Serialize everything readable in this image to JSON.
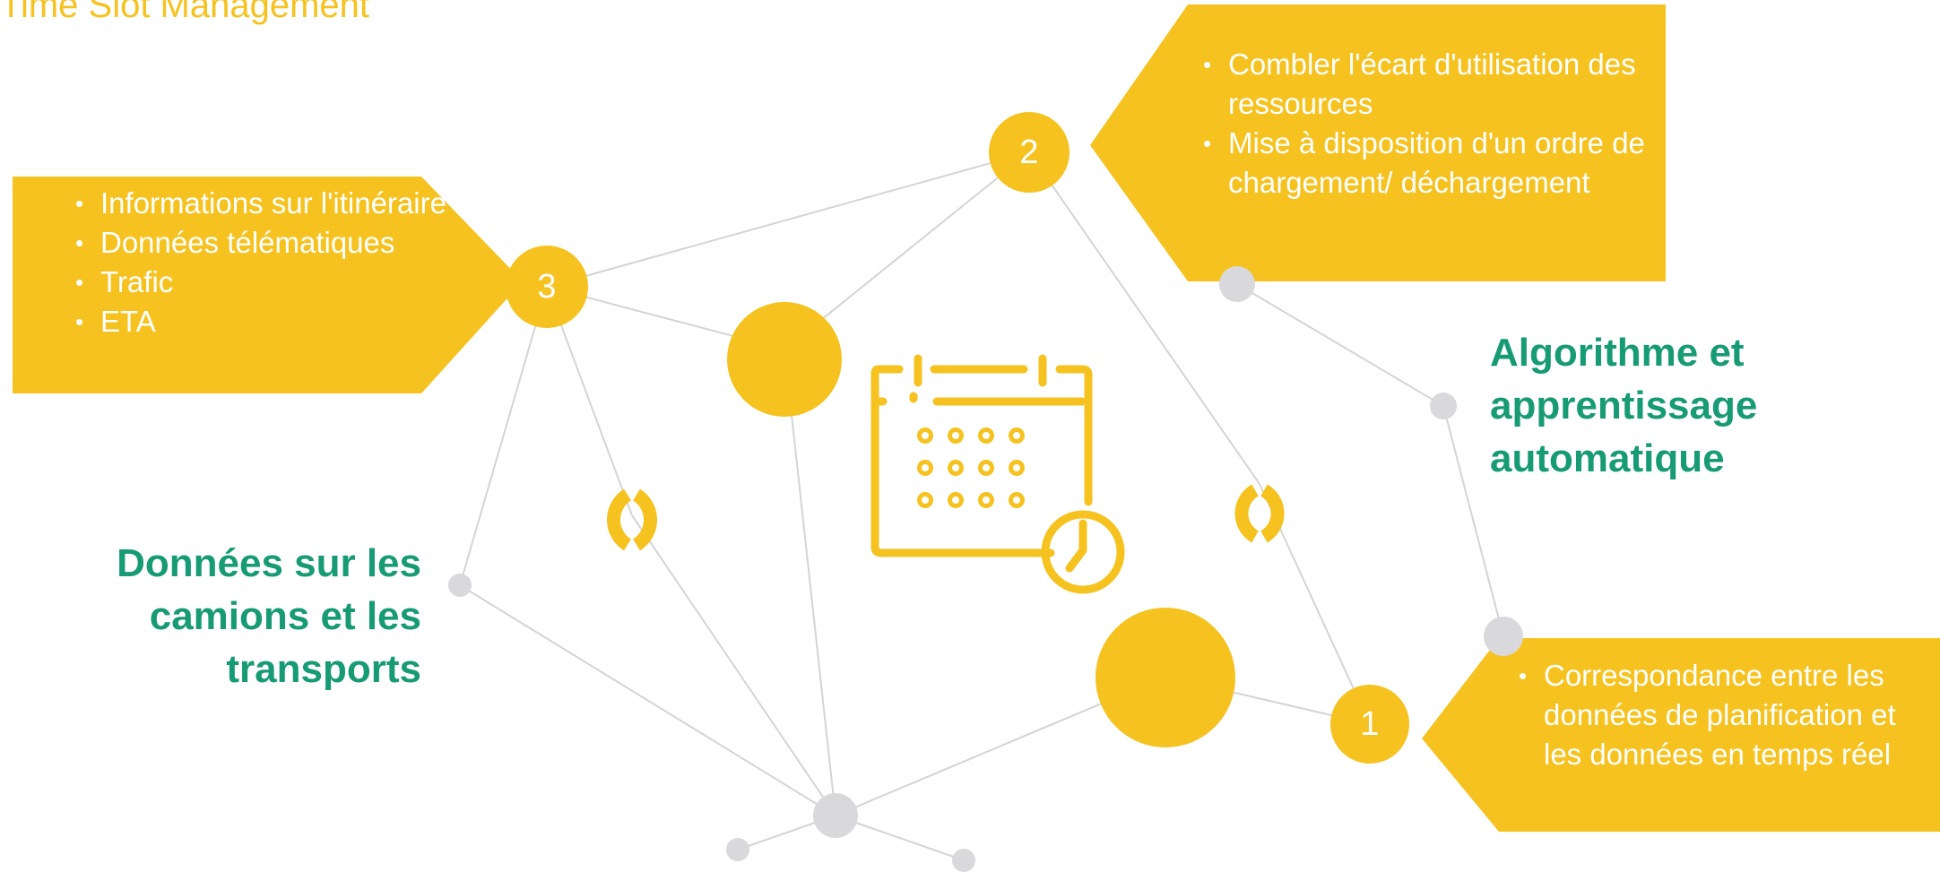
{
  "title": "Time Slot Management",
  "callouts": {
    "left": {
      "items": [
        "Informations sur l'itinéraire",
        "Données télématiques",
        "Trafic",
        "ETA"
      ]
    },
    "top_right": {
      "items": [
        "Combler l'écart d'utilisation des ressources",
        "Mise à disposition d'un ordre de chargement/ déchargement"
      ]
    },
    "bottom_right": {
      "items": [
        "Correspondance entre les données de planification et les données en temps réel"
      ]
    }
  },
  "headings": {
    "left": "Données sur les camions et les transports",
    "right": "Algorithme et apprentissage automatique"
  },
  "nodes": {
    "n1": "1",
    "n2": "2",
    "n3": "3"
  },
  "icons": {
    "center": "calendar-clock-icon"
  },
  "colors": {
    "accent_yellow": "#f6c21f",
    "heading_green": "#179b74",
    "node_gray": "#d9d9db",
    "line_gray": "#d4d4d4"
  }
}
